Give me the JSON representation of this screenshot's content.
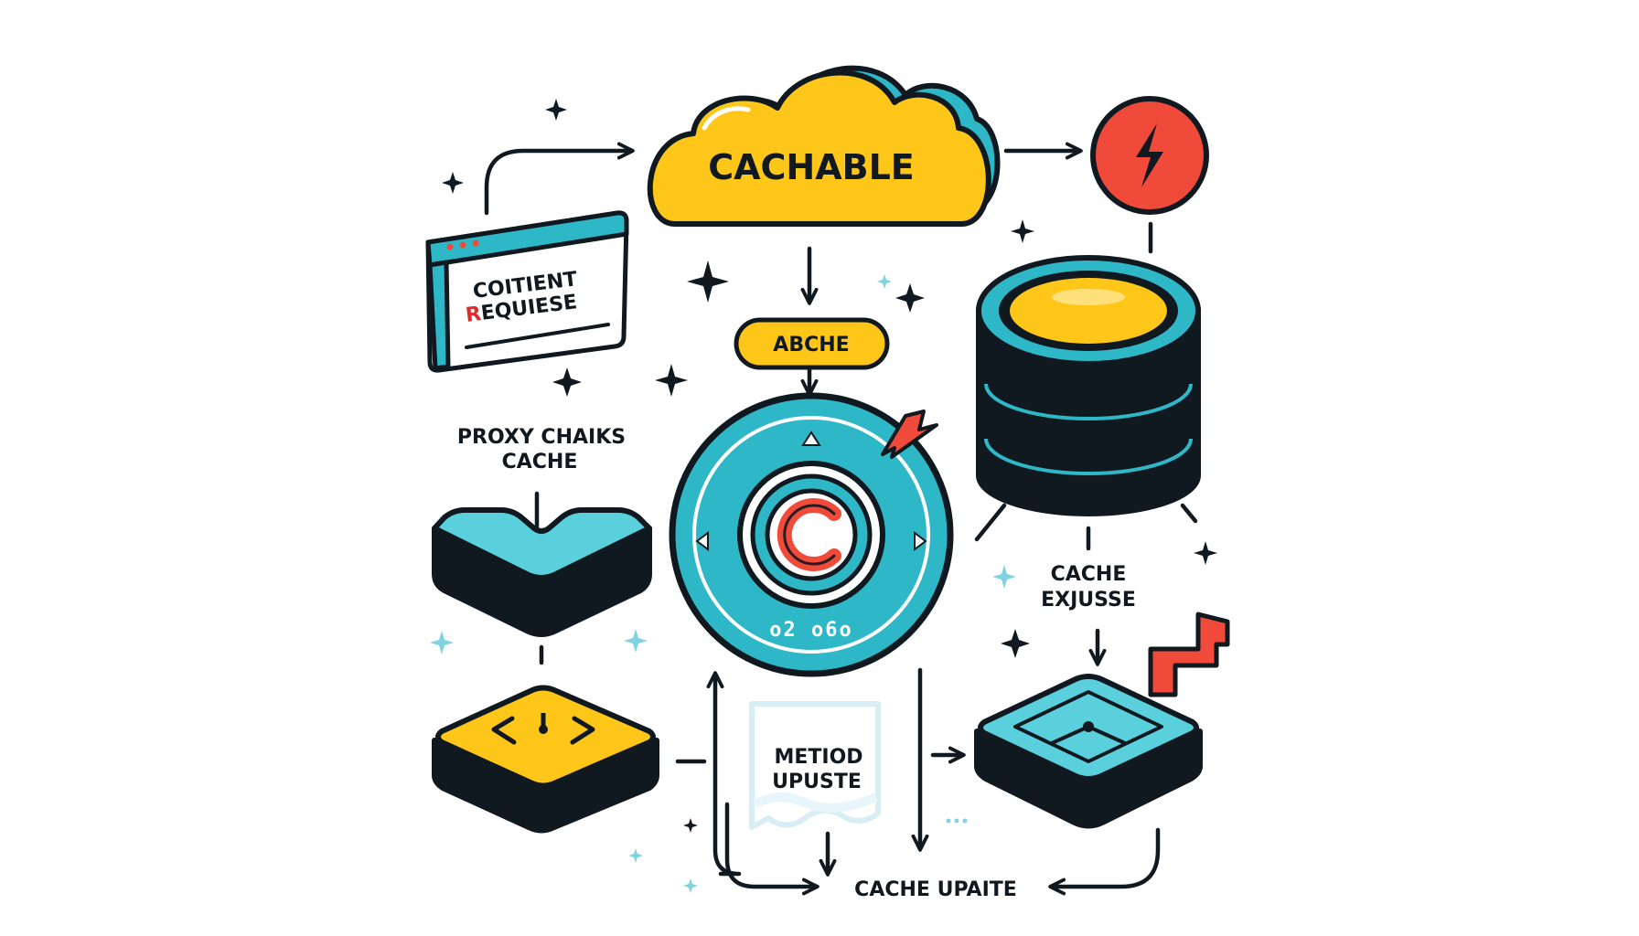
{
  "colors": {
    "outline": "#101820",
    "yellow": "#FFC61A",
    "cyan": "#2EB8C7",
    "light_cyan": "#5AD0DD",
    "red": "#F04A3A",
    "white": "#FFFFFF",
    "sparkle_light": "#7FD3E0"
  },
  "labels": {
    "cloud": "CACHABLE",
    "abche": "ABCHE",
    "client_request_line1": "COITIENT",
    "client_request_line2_r": "R",
    "client_request_line2_rest": "EQUIESE",
    "proxy_line1": "PROXY CHAIKS",
    "proxy_line2": "CACHE",
    "dial_digits": "o2 o6o",
    "cache_exjusse_line1": "CACHE",
    "cache_exjusse_line2": "EXJUSSE",
    "method_line1": "METIOD",
    "method_line2": "UPUSTE",
    "cache_update": "CACHE UPAITE"
  },
  "icons": {
    "lightning": "lightning-bolt-icon",
    "dial_center": "cache-c-icon",
    "database": "database-icon",
    "sparkle": "sparkle-icon"
  }
}
